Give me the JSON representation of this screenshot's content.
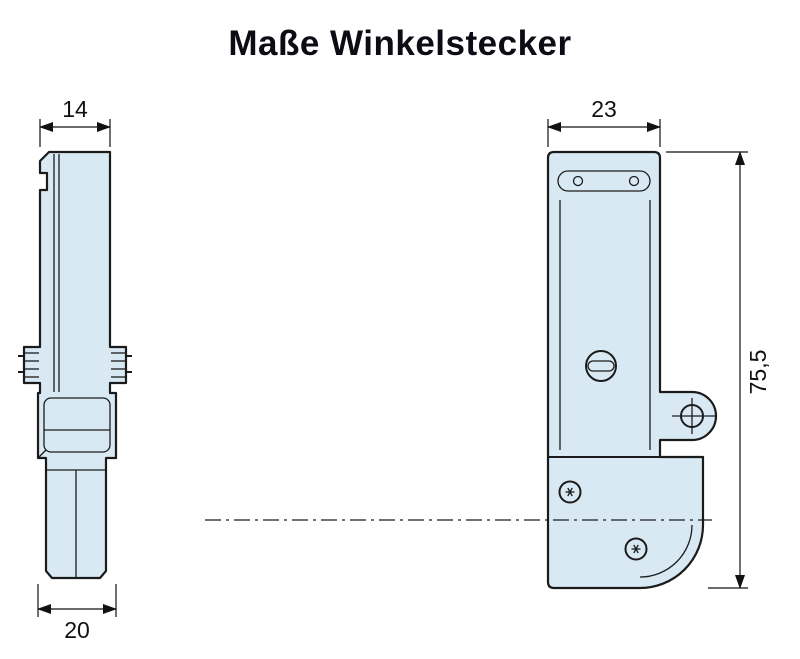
{
  "title": "Maße Winkelstecker",
  "dimensions": {
    "left_top_width": "14",
    "left_bottom_width": "20",
    "right_top_width": "23",
    "right_height": "75,5"
  },
  "views": {
    "left": "side-view-angle-connector",
    "right": "front-view-angle-connector"
  },
  "colors": {
    "background": "#ffffff",
    "part_fill": "#d8e9f4",
    "outline": "#1b1b1b",
    "dimension": "#111111",
    "title": "#0c0c14"
  }
}
